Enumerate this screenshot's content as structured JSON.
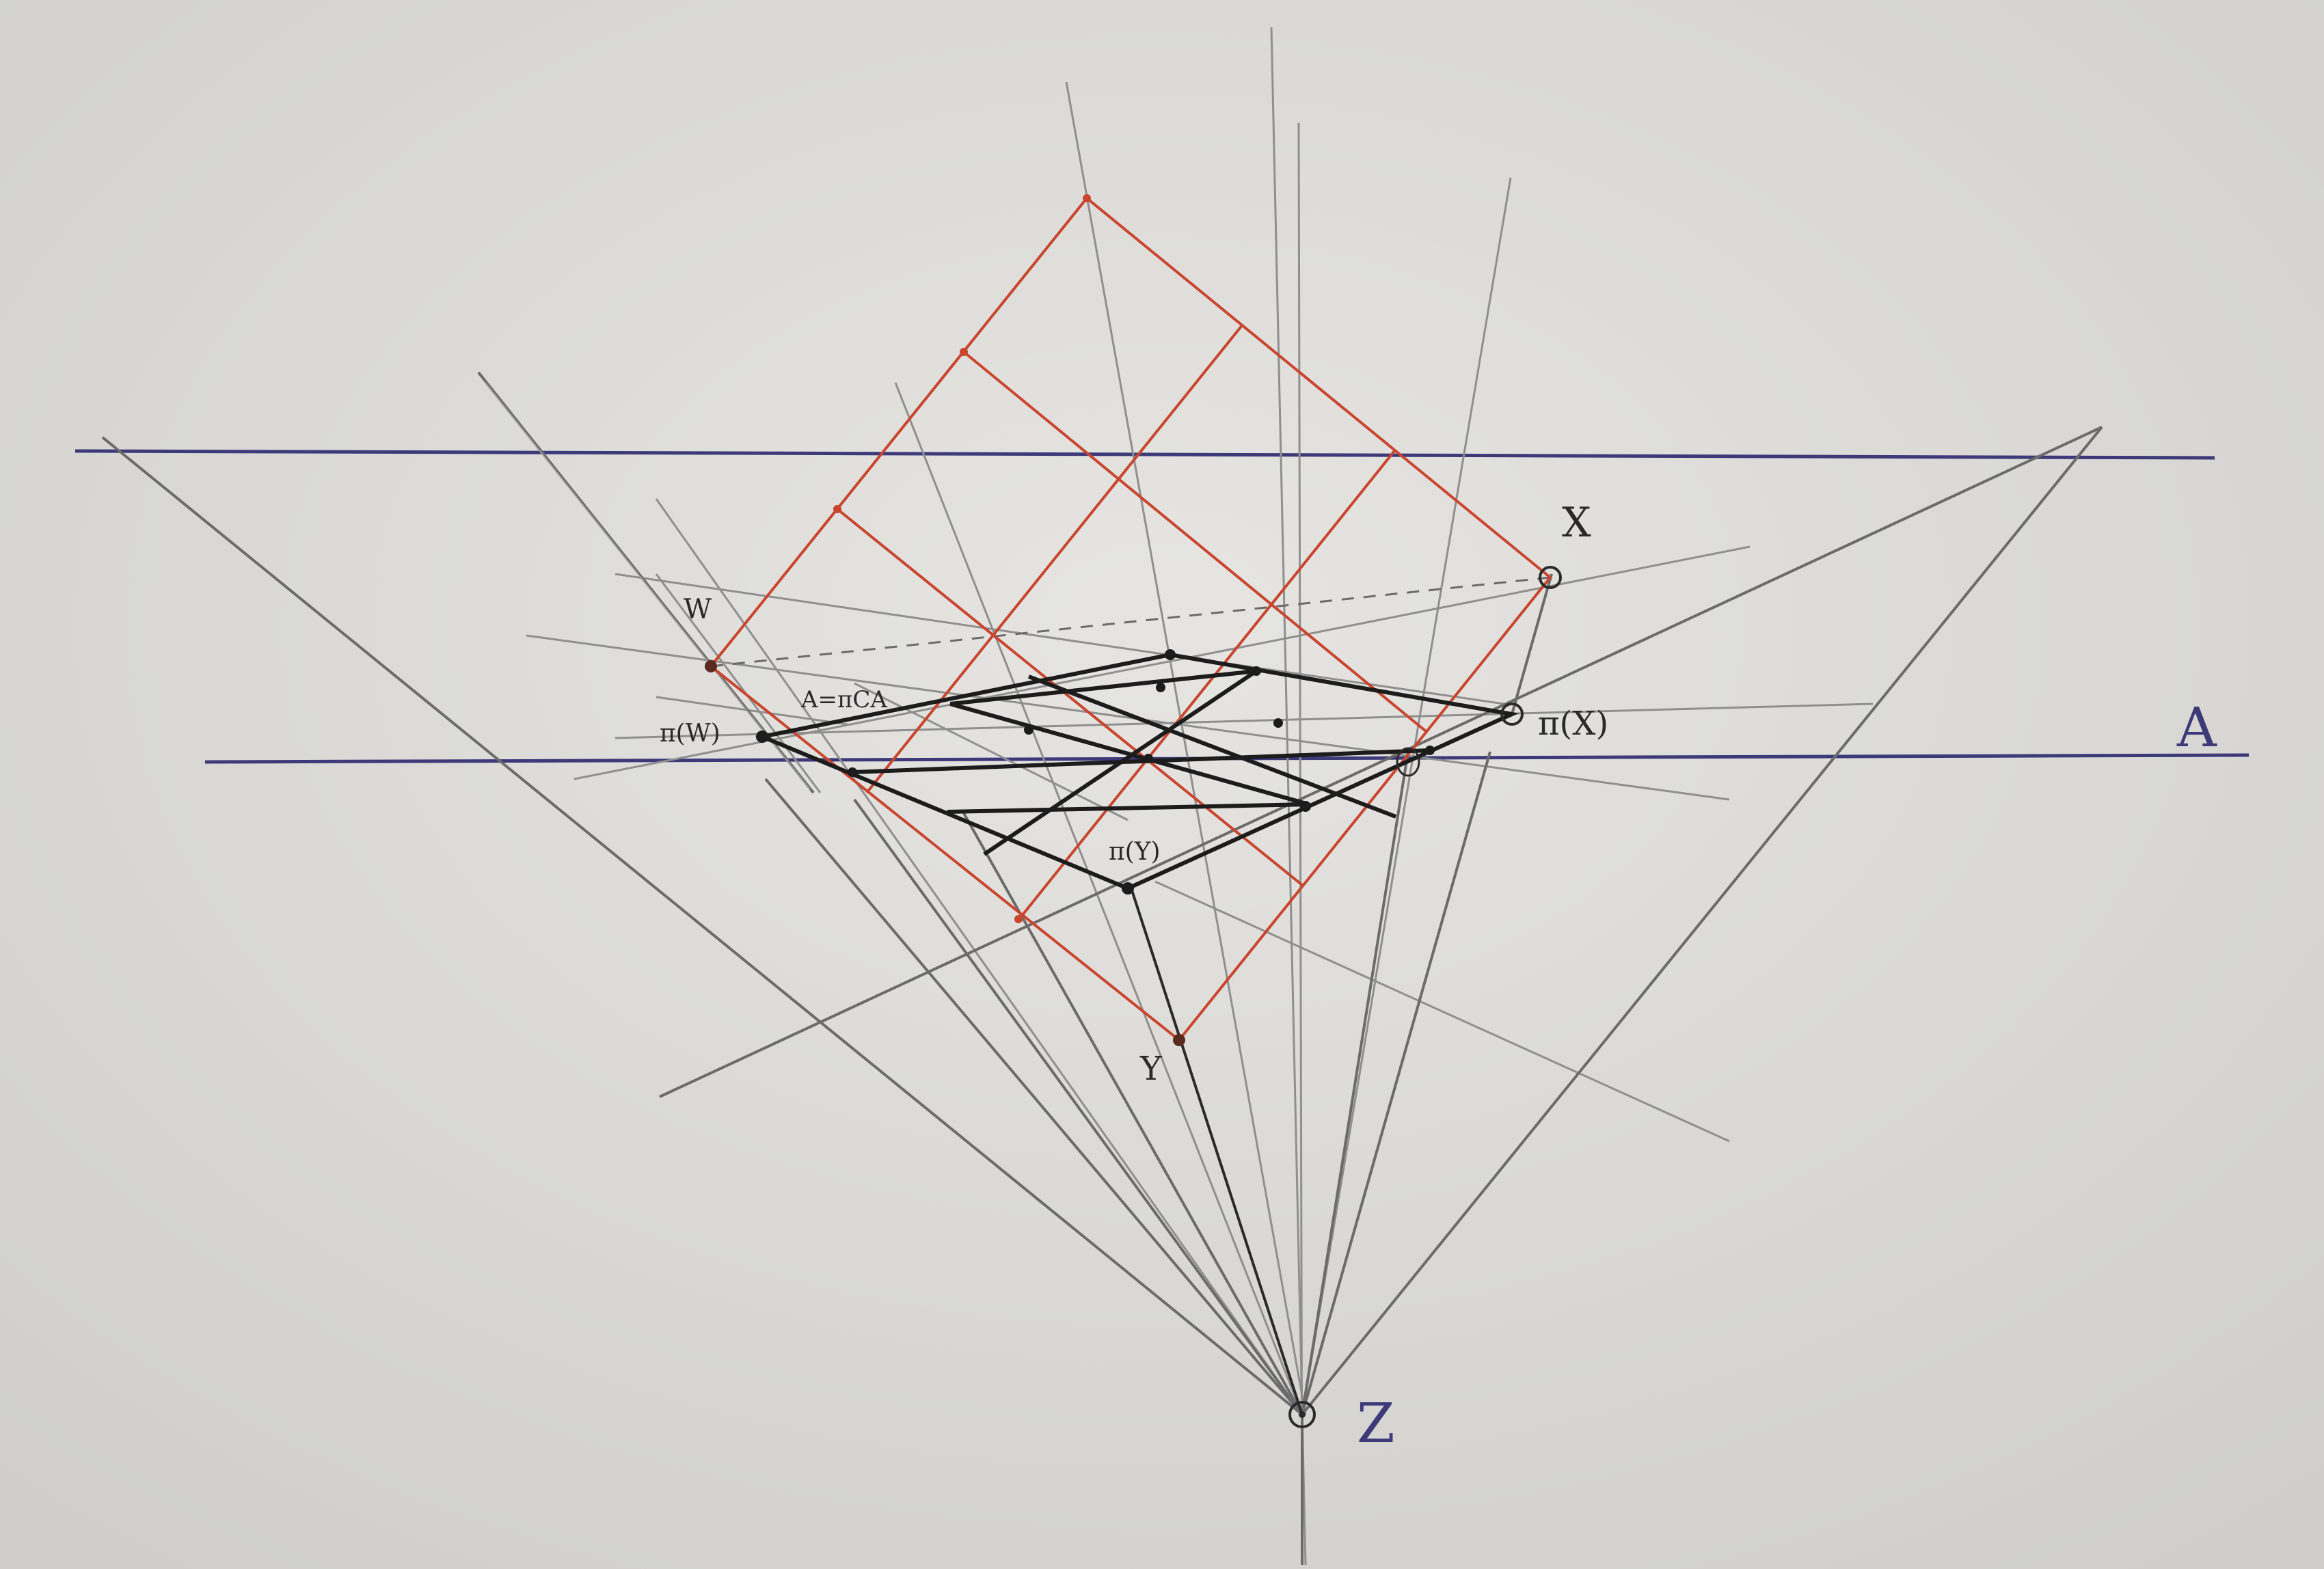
{
  "labels": {
    "w": "W",
    "x": "X",
    "y": "Y",
    "z": "Z",
    "a": "A",
    "pi_w": "π(W)",
    "pi_x": "π(X)",
    "pi_y": "π(Y)",
    "a_eq": "A=πCA"
  },
  "colors": {
    "paper": "#dcdbd8",
    "pencil": "#6b6b6b",
    "pencil_light": "#8f8f8f",
    "red": "#c9452e",
    "black": "#1c1c1c",
    "blue": "#3d3a7a"
  }
}
